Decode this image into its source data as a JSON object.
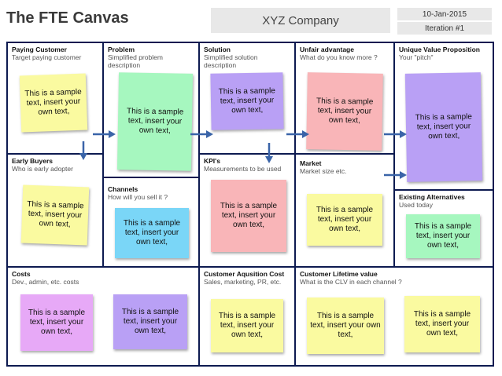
{
  "header": {
    "title": "The FTE Canvas",
    "company": "XYZ Company",
    "date": "10-Jan-2015",
    "iteration": "Iteration #1"
  },
  "note_text": "This is a sample text, insert your own text,",
  "colors": {
    "yellow": "#fafaa0",
    "green": "#a6f7bf",
    "purple": "#b9a0f5",
    "pink": "#f9b5b8",
    "blue": "#7ad6f7",
    "magenta": "#e7a9f7",
    "canvas": "#0d1a50"
  },
  "cells": {
    "paying_customer": {
      "heading": "Paying Customer",
      "sub": "Target paying customer"
    },
    "problem": {
      "heading": "Problem",
      "sub": "Simplified problem description"
    },
    "solution": {
      "heading": "Solution",
      "sub": "Simplified solution description"
    },
    "unfair_advantage": {
      "heading": "Unfair advantage",
      "sub": "What do you know more ?"
    },
    "uvp": {
      "heading": "Unique Value Proposition",
      "sub": "Your \"pitch\""
    },
    "early_buyers": {
      "heading": "Early Buyers",
      "sub": "Who is early adopter"
    },
    "channels": {
      "heading": "Channels",
      "sub": "How will you sell it ?"
    },
    "kpis": {
      "heading": "KPI's",
      "sub": "Measurements to be used"
    },
    "market": {
      "heading": "Market",
      "sub": "Market size etc."
    },
    "existing_alternatives": {
      "heading": "Existing Alternatives",
      "sub": "Used today"
    },
    "costs": {
      "heading": "Costs",
      "sub": "Dev., admin, etc. costs"
    },
    "cac": {
      "heading": "Customer Aqusition Cost",
      "sub": "Sales, marketing, PR, etc."
    },
    "clv": {
      "heading": "Customer Lifetime value",
      "sub": "What is the CLV in each channel ?"
    }
  }
}
